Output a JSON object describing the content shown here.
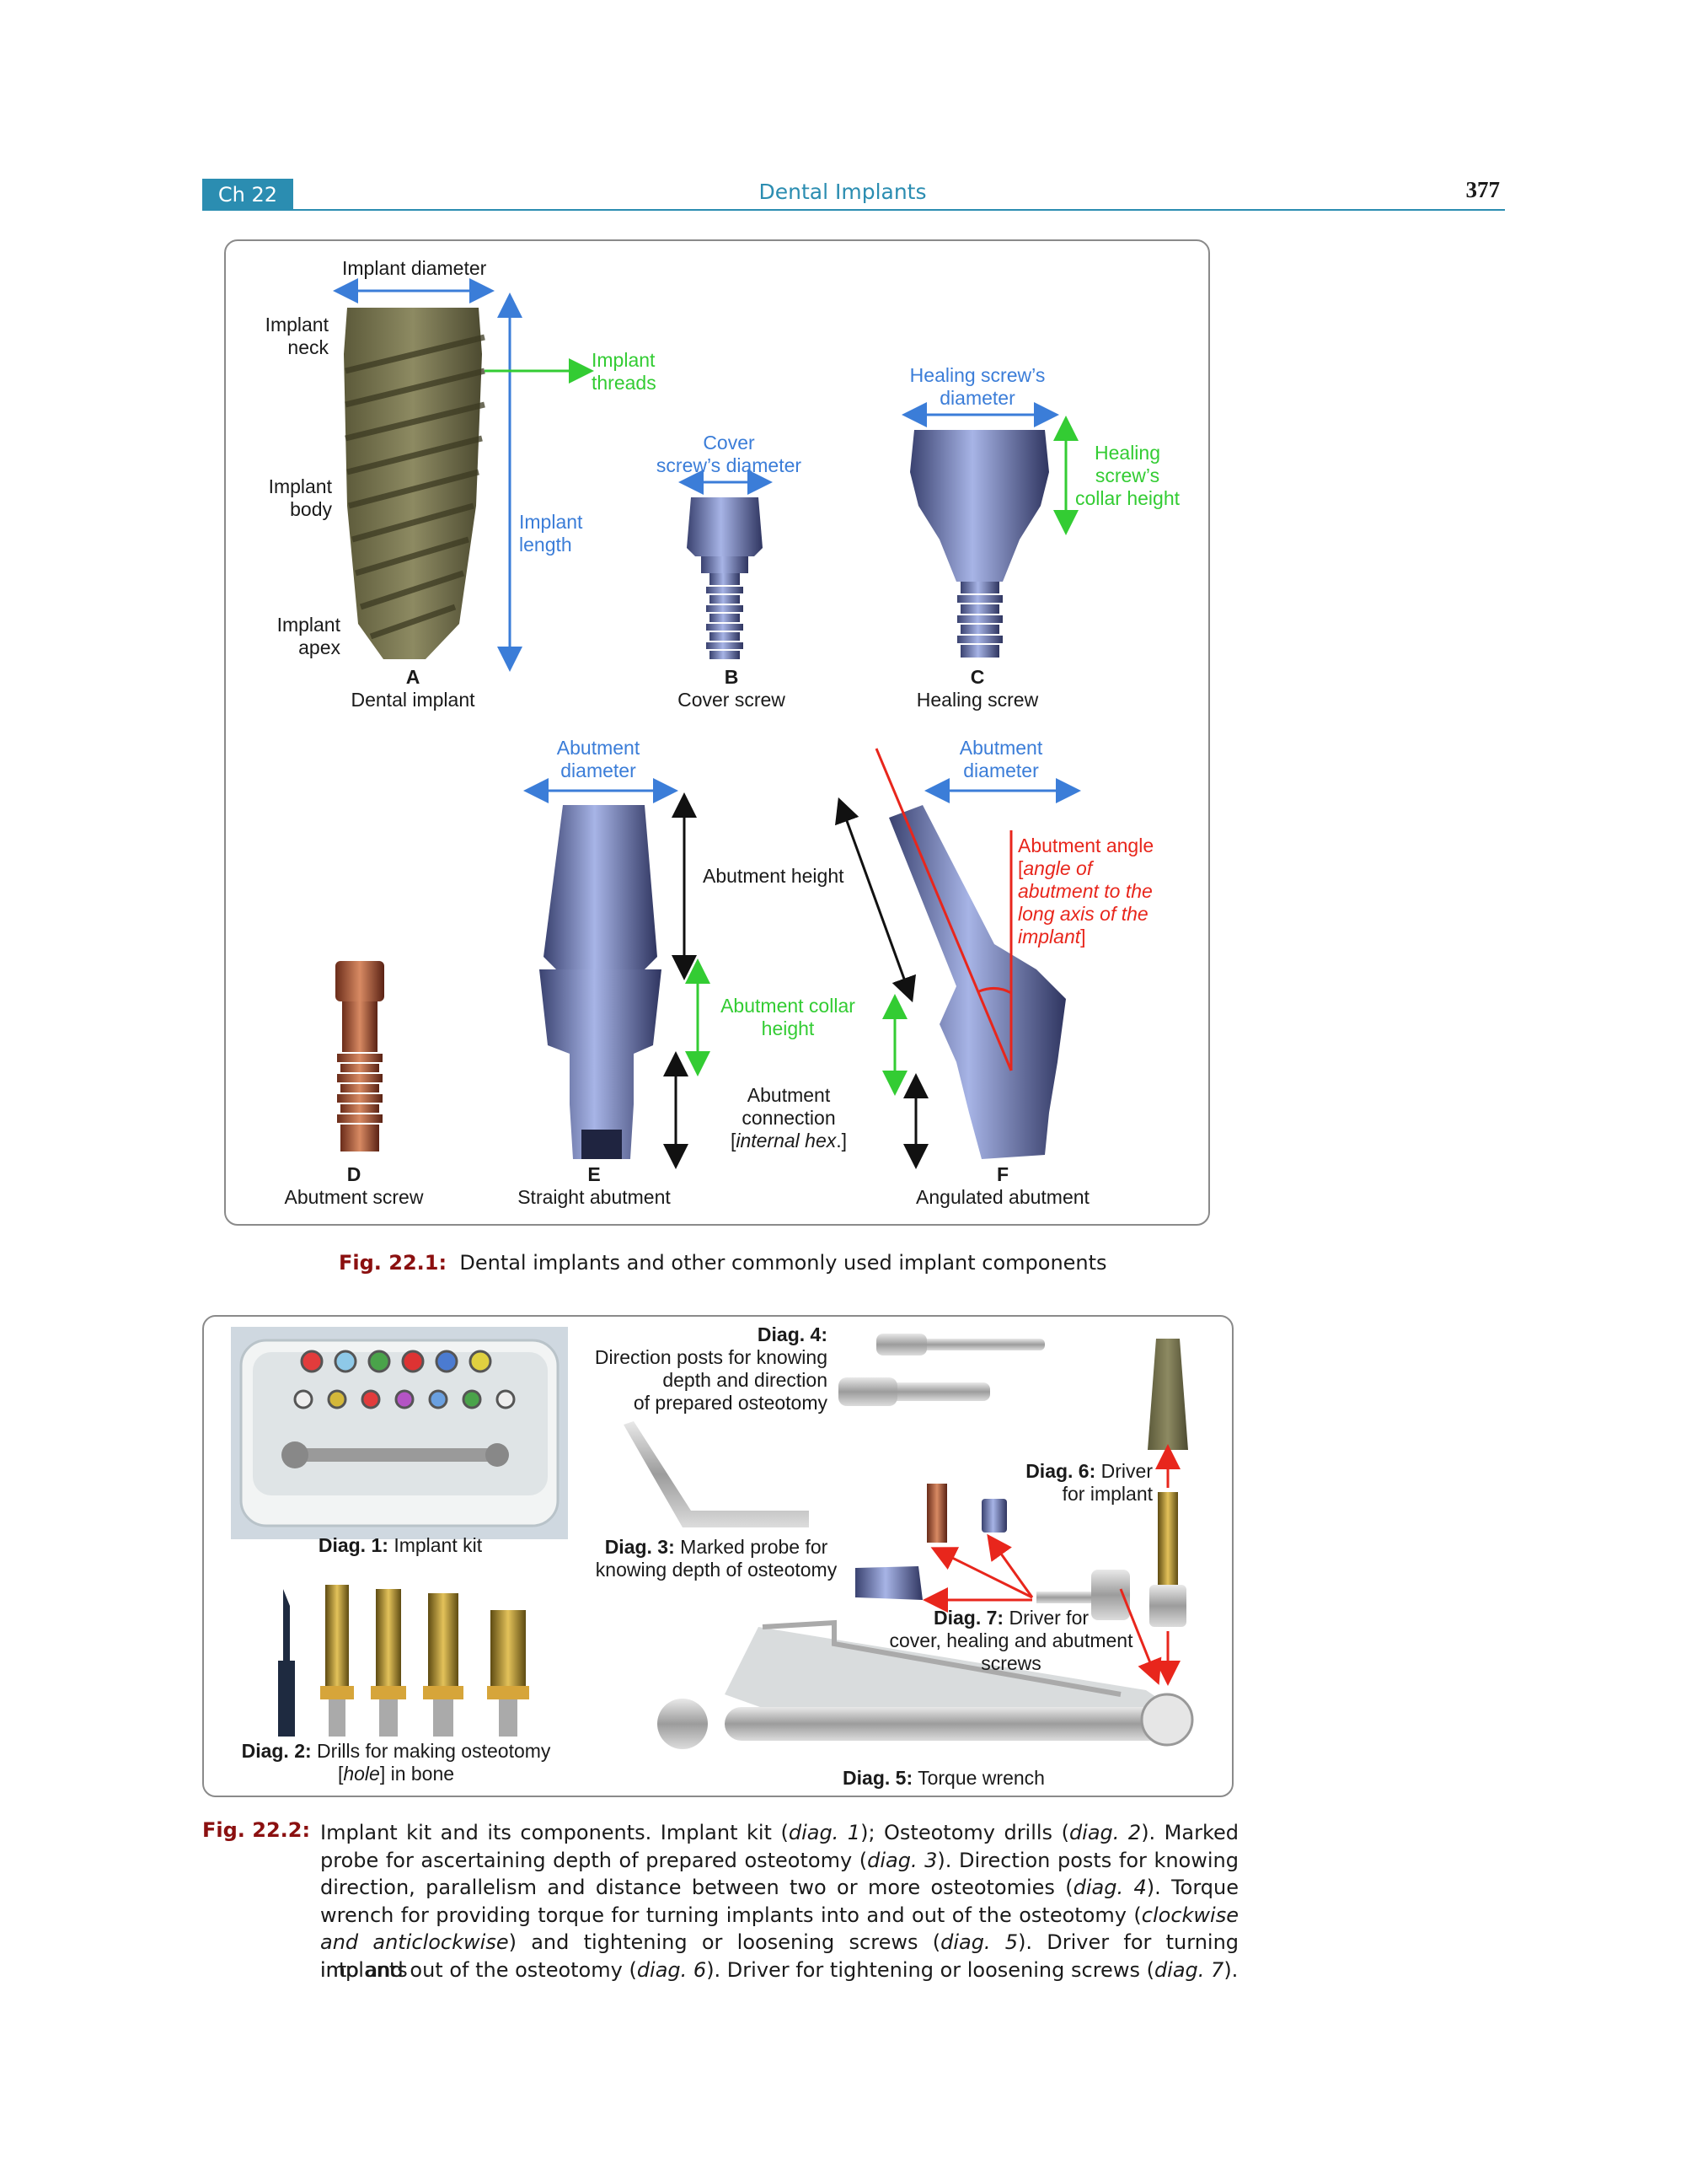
{
  "header": {
    "chapter": "Ch 22",
    "title": "Dental Implants",
    "page_number": "377"
  },
  "fig1": {
    "labels": {
      "implant_diameter": "Implant diameter",
      "implant_neck": [
        "Implant",
        "neck"
      ],
      "implant_threads": [
        "Implant",
        "threads"
      ],
      "implant_body": [
        "Implant",
        "body"
      ],
      "implant_length": [
        "Implant",
        "length"
      ],
      "implant_apex": [
        "Implant",
        "apex"
      ],
      "cover_screw_diameter": [
        "Cover",
        "screw’s diameter"
      ],
      "healing_screw_diameter": [
        "Healing screw’s",
        "diameter"
      ],
      "healing_collar_height": [
        "Healing",
        "screw’s",
        "collar height"
      ],
      "abutment_diameter_e": [
        "Abutment",
        "diameter"
      ],
      "abutment_diameter_f": [
        "Abutment",
        "diameter"
      ],
      "abutment_height": "Abutment height",
      "abutment_collar_height": [
        "Abutment collar",
        "height"
      ],
      "abutment_connection": [
        "Abutment",
        "connection",
        "[",
        "internal hex",
        ".]"
      ],
      "abutment_angle": [
        "Abutment angle",
        "[",
        "angle of",
        "abutment to the",
        "long axis of the",
        "implant",
        "]"
      ]
    },
    "items": [
      {
        "letter": "A",
        "name": "Dental implant"
      },
      {
        "letter": "B",
        "name": "Cover screw"
      },
      {
        "letter": "C",
        "name": "Healing screw"
      },
      {
        "letter": "D",
        "name": "Abutment screw"
      },
      {
        "letter": "E",
        "name": "Straight abutment"
      },
      {
        "letter": "F",
        "name": "Angulated abutment"
      }
    ],
    "caption_label": "Fig. 22.1:",
    "caption_text": "Dental implants and other commonly used implant components"
  },
  "fig2": {
    "diag1": {
      "label": "Diag. 1:",
      "text": "Implant kit"
    },
    "diag2": {
      "label": "Diag. 2:",
      "text": "Drills for making osteotomy",
      "line2_open": "[",
      "line2_italic": "hole",
      "line2_close": "] in bone"
    },
    "diag3": {
      "label": "Diag. 3:",
      "text": "Marked probe for",
      "line2": "knowing depth of osteotomy"
    },
    "diag4": {
      "label": "Diag. 4:",
      "lines": [
        "Direction posts for knowing",
        "depth and direction",
        "of prepared osteotomy"
      ]
    },
    "diag5": {
      "label": "Diag. 5:",
      "text": "Torque wrench"
    },
    "diag6": {
      "label": "Diag. 6:",
      "text": "Driver",
      "line2": "for implant"
    },
    "diag7": {
      "label": "Diag. 7:",
      "text": "Driver for",
      "line2": "cover, healing and abutment",
      "line3": "screws"
    },
    "caption_label": "Fig. 22.2:",
    "caption_lines": [
      [
        "Implant kit and its components. Implant kit (",
        "diag. 1",
        "); Osteotomy drills (",
        "diag. 2",
        "). Marked"
      ],
      [
        "probe for ascertaining depth of prepared osteotomy (",
        "diag. 3",
        "). Direction posts for knowing"
      ],
      [
        "direction, parallelism and distance between two or more osteotomies (",
        "diag. 4",
        "). Torque"
      ],
      [
        "wrench for providing torque for turning implants into and out of the osteotomy (",
        "clockwise",
        ""
      ],
      [
        "",
        "and anticlockwise",
        ") and tightening or loosening screws (",
        "diag. 5",
        "). Driver for turning implants"
      ],
      [
        "into and out of the osteotomy (",
        "diag. 6",
        "). Driver for tightening or loosening screws (",
        "diag. 7",
        ")."
      ]
    ]
  },
  "colors": {
    "accent": "#2b8db1",
    "caption_label": "#8b1010",
    "measure_blue": "#3b7dd8",
    "measure_green": "#33cc33",
    "measure_red": "#e8261c"
  }
}
